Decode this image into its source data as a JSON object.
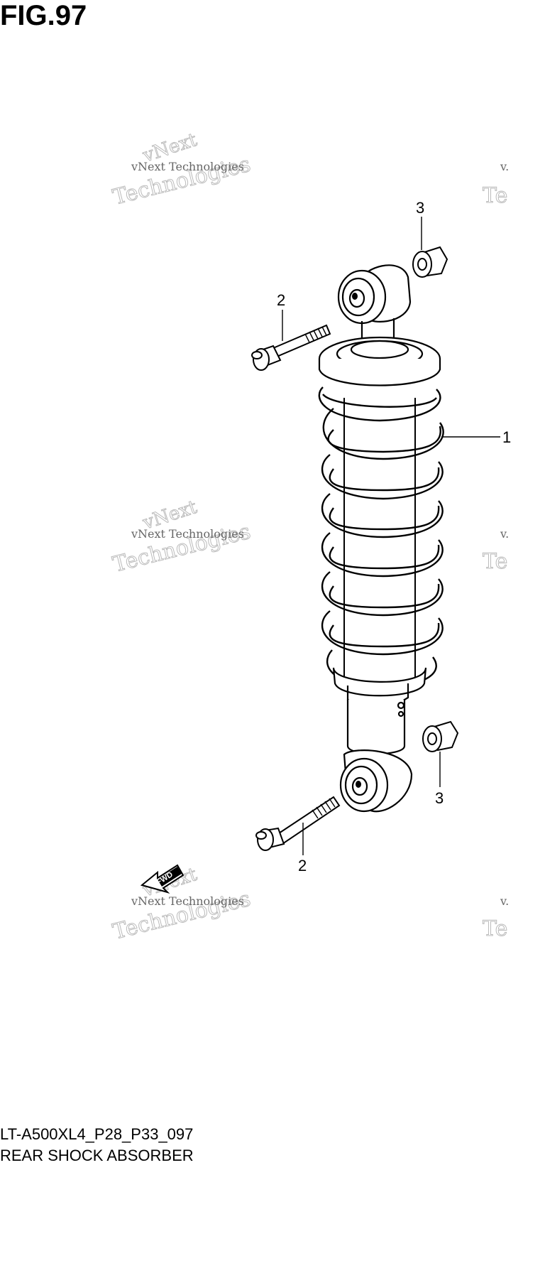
{
  "figure": {
    "title": "FIG.97"
  },
  "callouts": {
    "shock_absorber": "1",
    "bolt_upper": "2",
    "bolt_lower": "2",
    "nut_upper": "3",
    "nut_lower": "3"
  },
  "fwd_label": "FWD",
  "watermark": {
    "line1": "vNext Technologies",
    "line2": "Technologies",
    "line3": "vNext",
    "edge_small": "v.",
    "edge_large": "Te"
  },
  "footer": {
    "model_code": "LT-A500XL4_P28_P33_097",
    "part_name": "REAR SHOCK ABSORBER"
  }
}
